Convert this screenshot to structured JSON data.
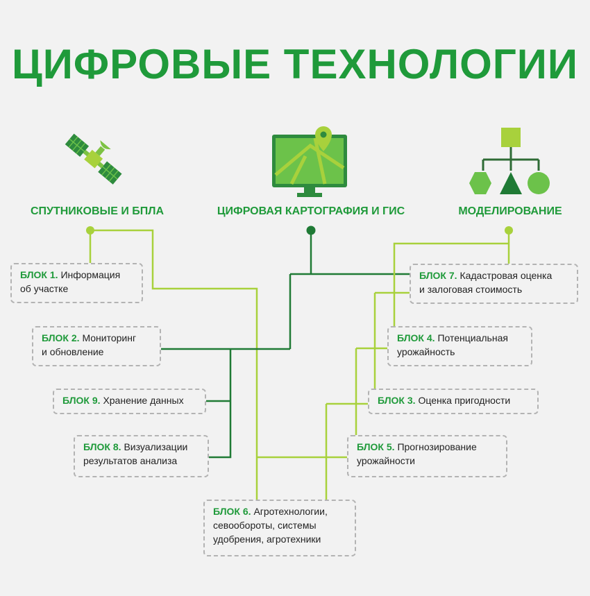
{
  "title": "ЦИФРОВЫЕ ТЕХНОЛОГИИ",
  "categories": {
    "satellite": "СПУТНИКОВЫЕ И БПЛА",
    "gis": "ЦИФРОВАЯ КАРТОГРАФИЯ И ГИС",
    "modeling": "МОДЕЛИРОВАНИЕ"
  },
  "colors": {
    "dark_green": "#1f7a35",
    "light_green": "#a8d13c",
    "title_green": "#1f9a3a",
    "dash_border": "#b3b3b3"
  },
  "icons": [
    "satellite-icon",
    "map-monitor-icon",
    "hierarchy-icon"
  ],
  "blocks": {
    "b1": {
      "label": "БЛОК 1.",
      "line1": "Информация",
      "line2": "об участке"
    },
    "b2": {
      "label": "БЛОК 2.",
      "line1": "Мониторинг",
      "line2": "и обновление"
    },
    "b9": {
      "label": "БЛОК 9.",
      "line1": "Хранение данных"
    },
    "b8": {
      "label": "БЛОК 8.",
      "line1": "Визуализации",
      "line2": "результатов анализа"
    },
    "b6": {
      "label": "БЛОК 6.",
      "line1": "Агротехнологии,",
      "line2": "севообороты, системы",
      "line3": "удобрения, агротехники"
    },
    "b7": {
      "label": "БЛОК 7.",
      "line1": "Кадастровая оценка",
      "line2": "и залоговая  стоимость"
    },
    "b4": {
      "label": "БЛОК 4.",
      "line1": "Потенциальная",
      "line2": "урожайность"
    },
    "b3": {
      "label": "БЛОК 3.",
      "line1": "Оценка пригодности"
    },
    "b5": {
      "label": "БЛОК 5.",
      "line1": "Прогнозирование",
      "line2": "урожайности"
    }
  }
}
